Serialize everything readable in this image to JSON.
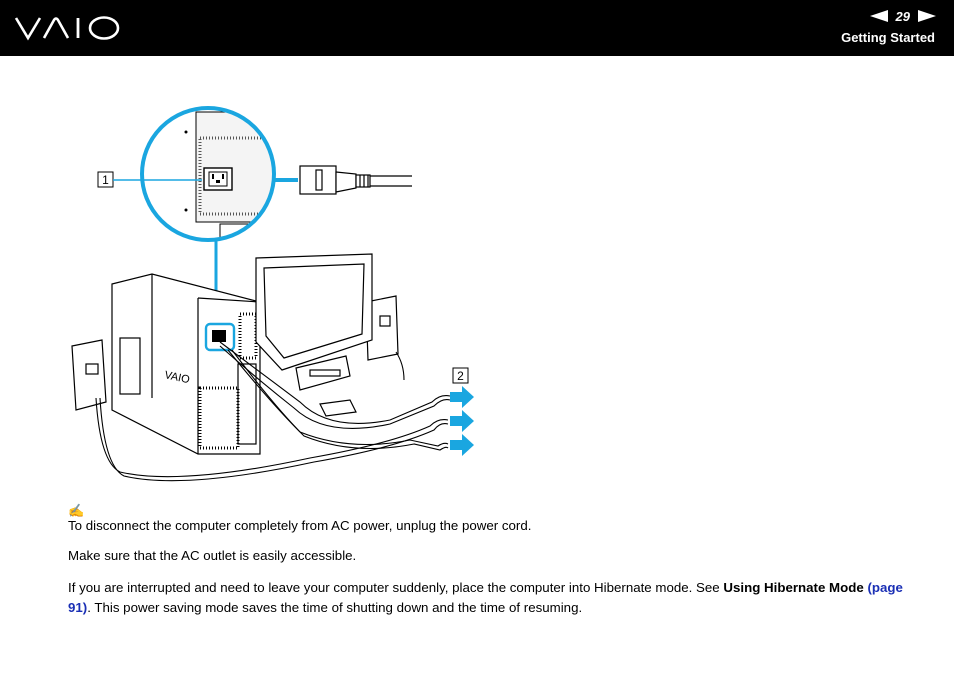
{
  "header": {
    "logo_text": "VAIO",
    "page_number": "29",
    "section_title": "Getting Started",
    "prev_icon": "triangle-left-icon",
    "next_icon": "triangle-right-icon"
  },
  "figure": {
    "callouts": [
      "1",
      "2"
    ],
    "colors": {
      "accent": "#1aa6e0",
      "line": "#000000"
    }
  },
  "note": {
    "icon": "pencil-note-icon",
    "text": "To disconnect the computer completely from AC power, unplug the power cord."
  },
  "para2": "Make sure that the AC outlet is easily accessible.",
  "para3": {
    "part1": "If you are interrupted and need to leave your computer suddenly, place the computer into Hibernate mode. See ",
    "bold": "Using Hibernate Mode",
    "link": "(page 91)",
    "part2": ". This power saving mode saves the time of shutting down and the time of resuming."
  }
}
